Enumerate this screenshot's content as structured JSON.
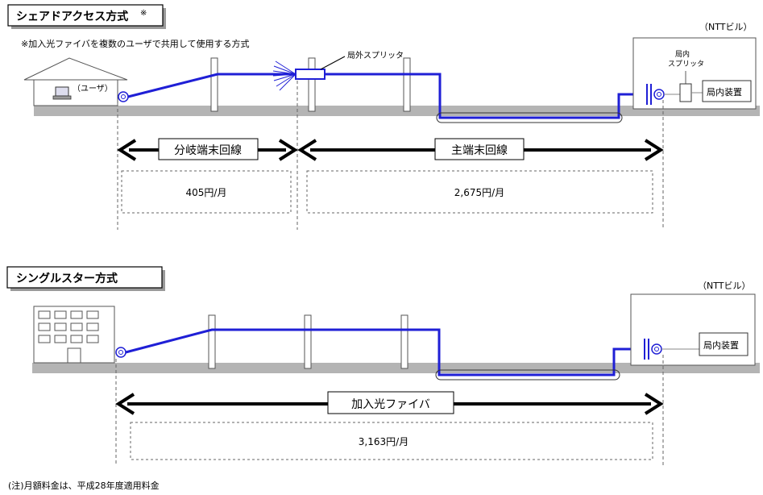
{
  "shared": {
    "title": "シェアドアクセス方式",
    "title_mark": "※",
    "note": "※加入光ファイバを複数のユーザで共用して使用する方式",
    "user_label": "（ユーザ）",
    "outdoor_splitter_label": "局外スプリッタ",
    "ntt_label": "（NTTビル）",
    "indoor_splitter_label_1": "局内",
    "indoor_splitter_label_2": "スプリッタ",
    "equipment_label": "局内装置",
    "branch_line_label": "分岐端末回線",
    "main_line_label": "主端末回線",
    "branch_fee": "405円/月",
    "main_fee": "2,675円/月"
  },
  "single": {
    "title": "シングルスター方式",
    "ntt_label": "（NTTビル）",
    "equipment_label": "局内装置",
    "fiber_label": "加入光ファイバ",
    "fee": "3,163円/月"
  },
  "footnote": "(注)月額料金は、平成28年度適用料金",
  "colors": {
    "fiber": "#1f1fd6",
    "ground": "#b4b4b4",
    "dash": "#666666"
  }
}
